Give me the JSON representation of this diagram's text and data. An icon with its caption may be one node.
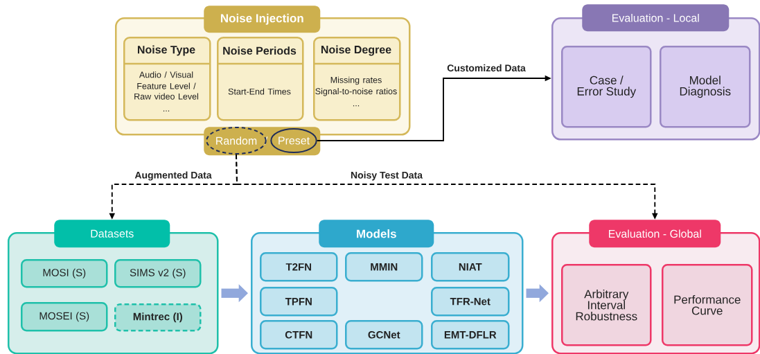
{
  "diagram": {
    "nodes": [
      {
        "text": [
          "Noise Injection"
        ]
      },
      {
        "text": [
          "Noise Type",
          "Audio / Visual",
          "Feature Level / Raw video Level",
          "..."
        ],
        "in": 0
      },
      {
        "text": [
          "Noise Periods",
          "Start-End Times"
        ],
        "in": 0
      },
      {
        "text": [
          "Noise Degree",
          "Missing rates",
          "Signal-to-noise ratios",
          "..."
        ],
        "in": 0
      },
      {
        "text": [
          "/"
        ]
      },
      {
        "text": [
          "Random"
        ],
        "in": 4
      },
      {
        "text": [
          "Preset"
        ],
        "in": 4
      },
      {
        "text": [
          "Evaluation - Local"
        ]
      },
      {
        "text": [
          "Case / Error Study"
        ],
        "in": 7
      },
      {
        "text": [
          "Model Diagnosis"
        ],
        "in": 7
      },
      {
        "text": [
          "Datasets"
        ]
      },
      {
        "text": [
          "MOSI (S)"
        ],
        "in": 10
      },
      {
        "text": [
          "SIMS v2 (S)"
        ],
        "in": 10
      },
      {
        "text": [
          "MOSEI (S)"
        ],
        "in": 10
      },
      {
        "text": [
          "Mintrec (I)"
        ],
        "in": 10
      },
      {
        "text": [
          "Models"
        ]
      },
      {
        "text": [
          "T2FN"
        ],
        "in": 15
      },
      {
        "text": [
          "MMIN"
        ],
        "in": 15
      },
      {
        "text": [
          "NIAT"
        ],
        "in": 15
      },
      {
        "text": [
          "TPFN"
        ],
        "in": 15
      },
      {
        "text": [
          "TFR-Net"
        ],
        "in": 15
      },
      {
        "text": [
          "CTFN"
        ],
        "in": 15
      },
      {
        "text": [
          "GCNet"
        ],
        "in": 15
      },
      {
        "text": [
          "EMT-DFLR"
        ],
        "in": 15
      },
      {
        "text": [
          "Evaluation - Global"
        ]
      },
      {
        "text": [
          "Arbitrary Interval Robustness"
        ],
        "in": 24
      },
      {
        "text": [
          "Performance Curve"
        ],
        "in": 24
      }
    ],
    "edges": [
      {
        "from": 6,
        "to": 7,
        "arrow": "to",
        "label": "Customized Data"
      },
      {
        "from": 5,
        "to": 10,
        "arrow": "to",
        "label": "Augmented Data",
        "style": "dashed"
      },
      {
        "from": 5,
        "to": 24,
        "arrow": "to",
        "label": "Noisy Test Data",
        "style": "dashed"
      },
      {
        "from": 10,
        "to": 15,
        "arrow": "to",
        "style": "thick",
        "color": "#91a8dc"
      },
      {
        "from": 15,
        "to": 24,
        "arrow": "to",
        "style": "thick",
        "color": "#91a8dc"
      }
    ]
  }
}
